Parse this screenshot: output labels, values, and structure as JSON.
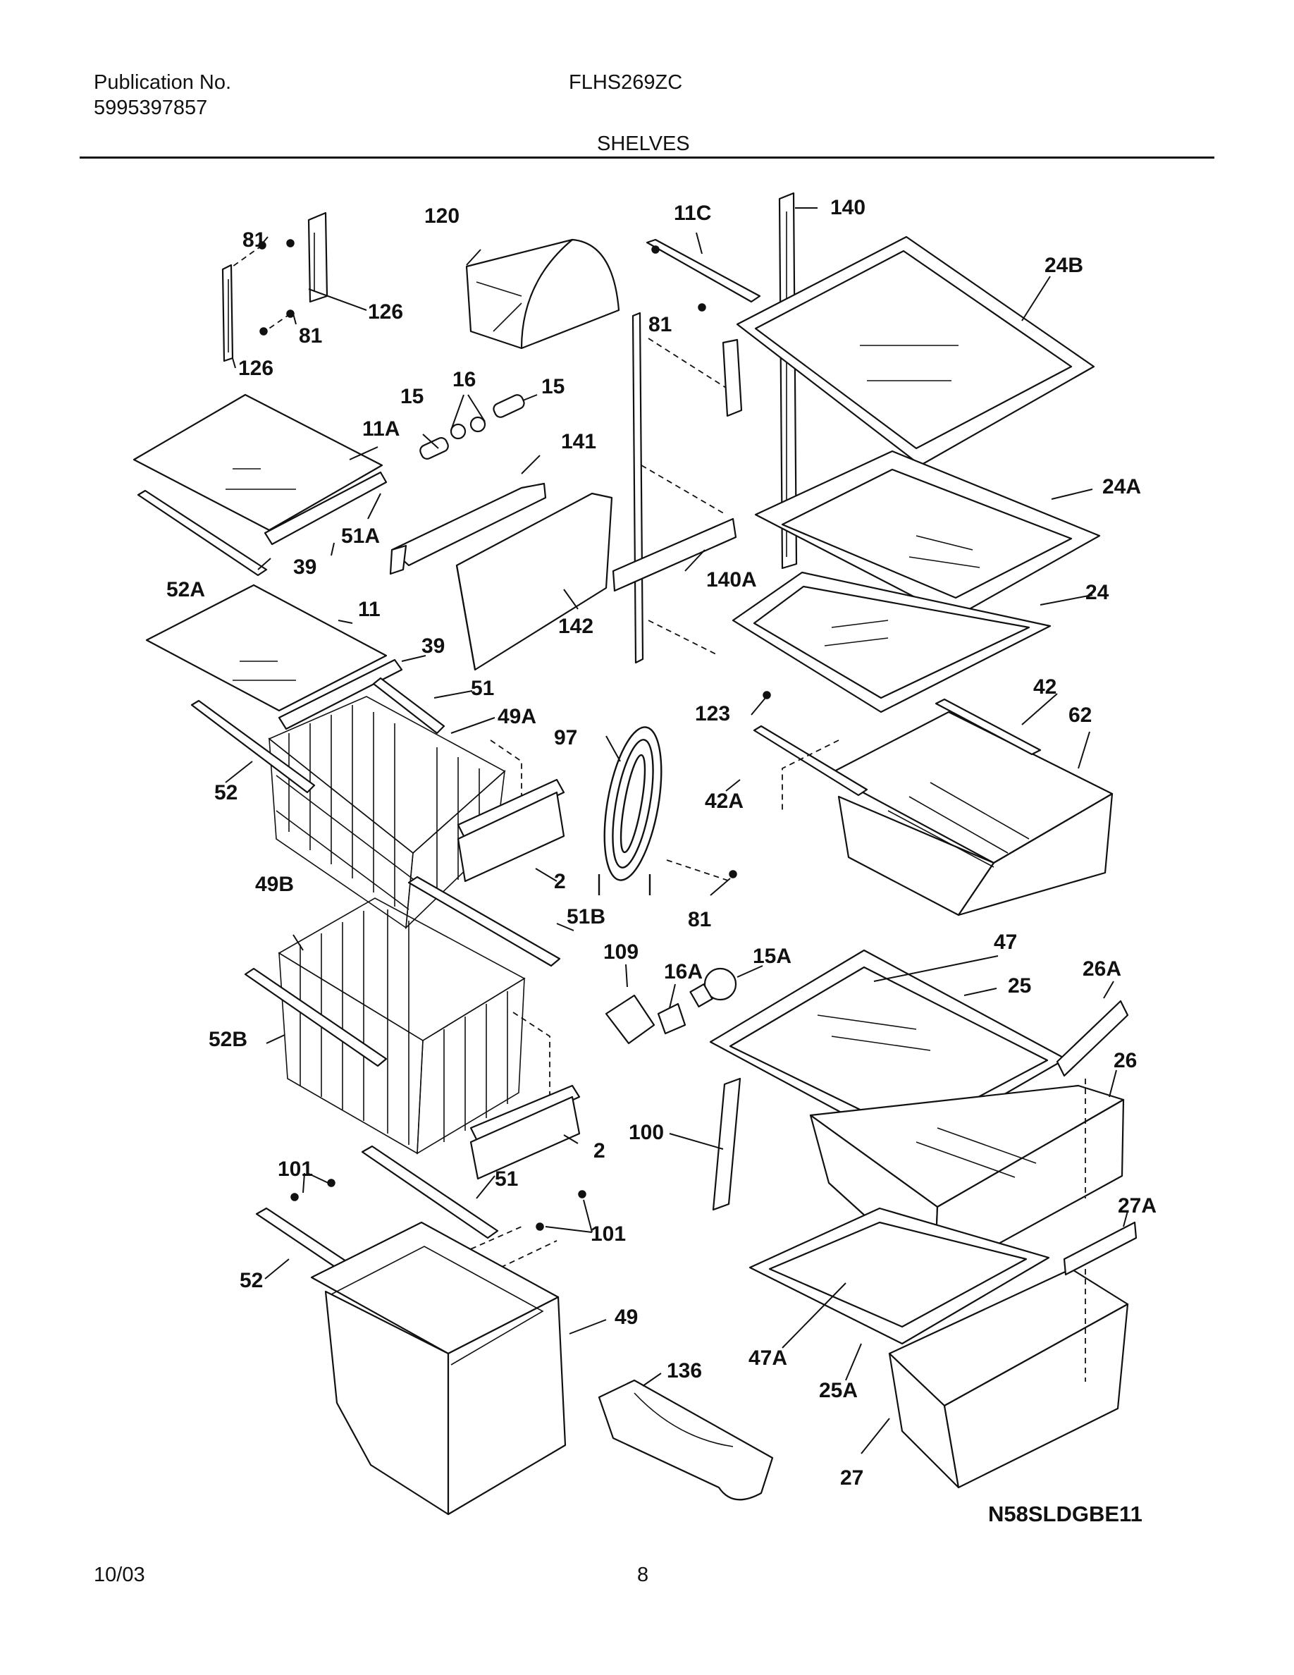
{
  "header": {
    "publication_label": "Publication No.",
    "publication_number": "5995397857",
    "model": "FLHS269ZC",
    "section_title": "SHELVES"
  },
  "callouts": {
    "c81_top": "81",
    "c126_top": "126",
    "c81_mid": "81",
    "c126_bot": "126",
    "c120": "120",
    "c11C": "11C",
    "c140": "140",
    "c24B": "24B",
    "c81_right": "81",
    "c16": "16",
    "c15_left": "15",
    "c15_right": "15",
    "c11A": "11A",
    "c141": "141",
    "c24A": "24A",
    "c51A": "51A",
    "c39_top": "39",
    "c52A": "52A",
    "c140A": "140A",
    "c24": "24",
    "c11": "11",
    "c142": "142",
    "c39_mid": "39",
    "c51_top": "51",
    "c49A": "49A",
    "c42": "42",
    "c62": "62",
    "c123": "123",
    "c97": "97",
    "c52_top": "52",
    "c42A": "42A",
    "c2_top": "2",
    "c49B": "49B",
    "c51B": "51B",
    "c81_low": "81",
    "c47": "47",
    "c109": "109",
    "c15A": "15A",
    "c16A": "16A",
    "c26A": "26A",
    "c25": "25",
    "c26": "26",
    "c52B": "52B",
    "c100": "100",
    "c2_bot": "2",
    "c101_left": "101",
    "c51_bot": "51",
    "c27A": "27A",
    "c101_right": "101",
    "c52_bot": "52",
    "c49": "49",
    "c136": "136",
    "c47A": "47A",
    "c25A": "25A",
    "c27": "27"
  },
  "diagram_code": "N58SLDGBE11",
  "footer": {
    "date": "10/03",
    "page_number": "8"
  }
}
